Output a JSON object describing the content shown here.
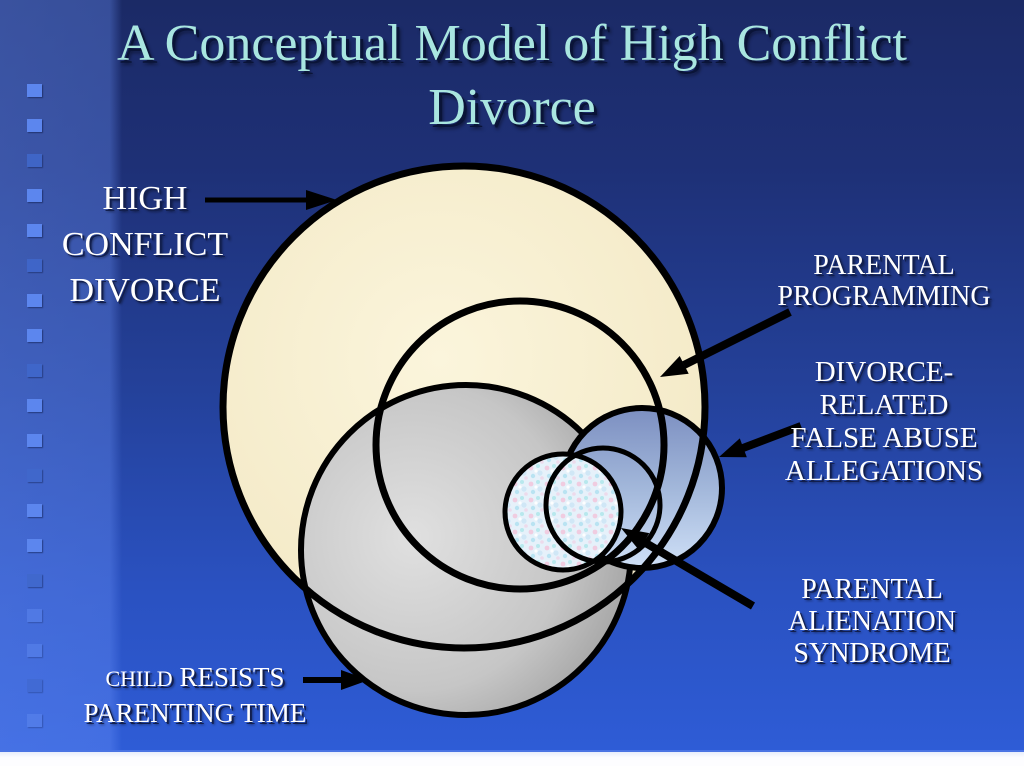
{
  "title": {
    "line1": "A Conceptual Model of High Conflict",
    "line2": "Divorce"
  },
  "labels": {
    "high_conflict": {
      "line1": "HIGH",
      "line2": "CONFLICT",
      "line3": "DIVORCE"
    },
    "parental_programming": {
      "line1": "PARENTAL",
      "line2": "PROGRAMMING"
    },
    "false_abuse": {
      "line1": "DIVORCE-",
      "line2": "RELATED",
      "line3": "FALSE ABUSE",
      "line4": "ALLEGATIONS"
    },
    "parental_alienation": {
      "line1": "PARENTAL",
      "line2": "ALIENATION",
      "line3": "SYNDROME"
    },
    "child_resists": {
      "small_word": "CHILD",
      "rest": " RESISTS",
      "line2": "PARENTING TIME"
    }
  },
  "diagram": {
    "type": "venn-concept-model",
    "sets": [
      {
        "name": "HIGH CONFLICT DIVORCE",
        "shape": "large filled circle",
        "fill": "cream"
      },
      {
        "name": "PARENTAL PROGRAMMING",
        "shape": "outline-only ring inside high conflict divorce",
        "fill": "none"
      },
      {
        "name": "CHILD RESISTS PARENTING TIME",
        "shape": "large filled circle overlapping bottom",
        "fill": "gray"
      },
      {
        "name": "DIVORCE-RELATED FALSE ABUSE ALLEGATIONS",
        "shape": "medium filled circle on right",
        "fill": "blue gradient"
      },
      {
        "name": "PARENTAL ALIENATION SYNDROME",
        "shape": "small speckled circle in central overlap",
        "fill": "speckled light blue"
      }
    ]
  },
  "colors": {
    "background_top": "#1b2a66",
    "background_mid": "#24419a",
    "background_bottom": "#2e5cd6",
    "deco_square": "#5c86ee",
    "title_text": "#a9e6e0",
    "label_text": "#ffffff",
    "circle_outline": "#000000",
    "cream_fill": "#f6eecb",
    "gray_fill_light": "#dedede",
    "gray_fill_dark": "#8b8b8b",
    "blue_fill_top": "#7c8fc1",
    "blue_fill_bottom": "#cfe0f7",
    "speckle_base": "#e6f1fa",
    "footer": "#fdfdff"
  }
}
